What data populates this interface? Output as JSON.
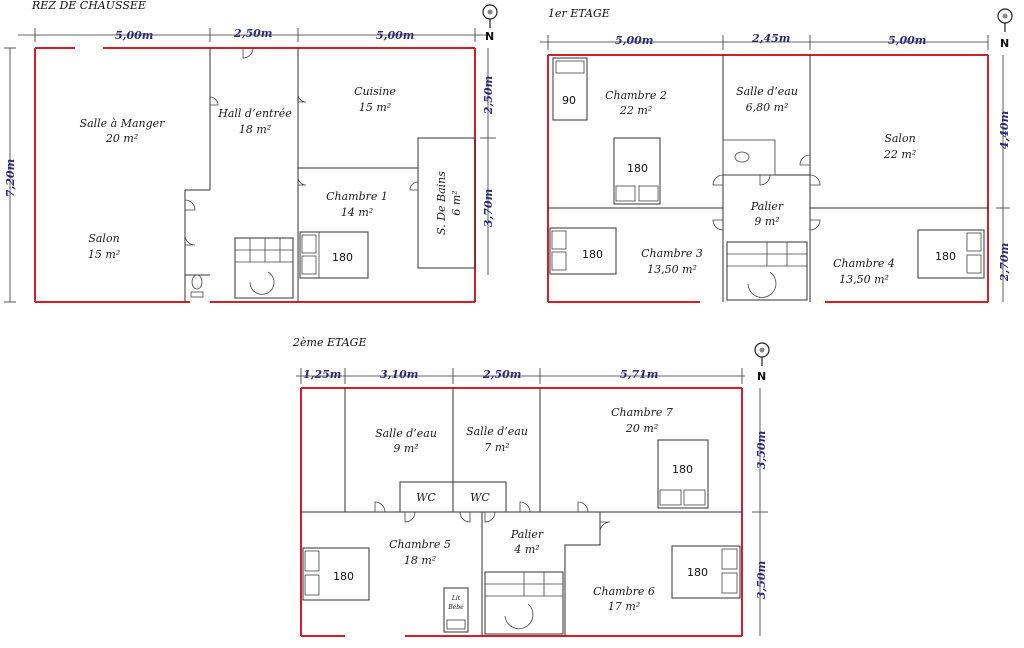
{
  "compass_label": "N",
  "floors": {
    "ground": {
      "title": "REZ DE CHAUSSEE",
      "dims_top": [
        "5,00m",
        "2,50m",
        "5,00m"
      ],
      "dims_right": [
        "2,50m",
        "3,70m"
      ],
      "dim_left": "7,20m",
      "rooms": {
        "salle_manger": {
          "name": "Salle à Manger",
          "area": "20 m²"
        },
        "hall": {
          "name": "Hall d’entrée",
          "area": "18 m²"
        },
        "cuisine": {
          "name": "Cuisine",
          "area": "15 m²"
        },
        "chambre1": {
          "name": "Chambre 1",
          "area": "14 m²"
        },
        "salon": {
          "name": "Salon",
          "area": "15 m²"
        },
        "sdb": {
          "name": "S. De Bains",
          "area": "6 m²"
        }
      },
      "bed": "180"
    },
    "first": {
      "title": "1er ETAGE",
      "dims_top": [
        "5,00m",
        "2,45m",
        "5,00m"
      ],
      "dims_right": [
        "4,40m",
        "2,70m"
      ],
      "rooms": {
        "chambre2": {
          "name": "Chambre 2",
          "area": "22 m²"
        },
        "salle_eau": {
          "name": "Salle d’eau",
          "area": "6,80 m²"
        },
        "salon": {
          "name": "Salon",
          "area": "22 m²"
        },
        "palier": {
          "name": "Palier",
          "area": "9 m²"
        },
        "chambre3": {
          "name": "Chambre 3",
          "area": "13,50 m²"
        },
        "chambre4": {
          "name": "Chambre 4",
          "area": "13,50 m²"
        }
      },
      "beds": [
        "90",
        "180",
        "180",
        "180"
      ]
    },
    "second": {
      "title": "2ème ETAGE",
      "dims_top": [
        "1,25m",
        "3,10m",
        "2,50m",
        "5,71m"
      ],
      "dims_right": [
        "3,50m",
        "3,50m"
      ],
      "rooms": {
        "salle_eau1": {
          "name": "Salle d’eau",
          "area": "9 m²"
        },
        "salle_eau2": {
          "name": "Salle d’eau",
          "area": "7 m²"
        },
        "chambre7": {
          "name": "Chambre 7",
          "area": "20 m²"
        },
        "chambre5": {
          "name": "Chambre 5",
          "area": "18 m²"
        },
        "palier": {
          "name": "Palier",
          "area": "4 m²"
        },
        "chambre6": {
          "name": "Chambre 6",
          "area": "17 m²"
        }
      },
      "wc": [
        "WC",
        "WC"
      ],
      "beds": [
        "180",
        "180",
        "180"
      ],
      "lit_bebe": [
        "Lit",
        "Bébé"
      ]
    }
  }
}
